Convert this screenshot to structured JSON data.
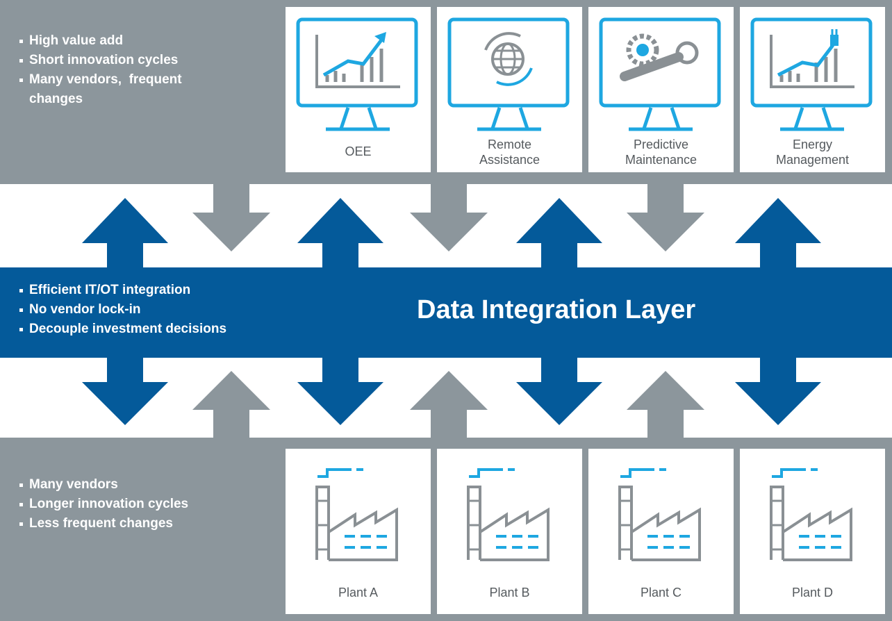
{
  "title": "Data Integration Layer",
  "colors": {
    "gray": "#8c969c",
    "blue": "#045a9a",
    "accent": "#1ea7e1",
    "icon_gray": "#8a9094",
    "white": "#ffffff"
  },
  "top_bullets": [
    "High value add",
    "Short innovation cycles",
    "Many vendors,  frequent changes"
  ],
  "mid_bullets": [
    "Efficient IT/OT integration",
    "No vendor lock-in",
    "Decouple investment decisions"
  ],
  "bottom_bullets": [
    "Many vendors",
    "Longer innovation cycles",
    "Less frequent changes"
  ],
  "apps": [
    {
      "label": "OEE",
      "icon": "chart-icon"
    },
    {
      "label": "Remote\nAssistance",
      "icon": "globe-icon"
    },
    {
      "label": "Predictive\nMaintenance",
      "icon": "gear-wrench-icon"
    },
    {
      "label": "Energy\nManagement",
      "icon": "energy-chart-icon"
    }
  ],
  "plants": [
    {
      "label": "Plant A",
      "icon": "factory-icon"
    },
    {
      "label": "Plant B",
      "icon": "factory-icon"
    },
    {
      "label": "Plant C",
      "icon": "factory-icon"
    },
    {
      "label": "Plant D",
      "icon": "factory-icon"
    }
  ]
}
